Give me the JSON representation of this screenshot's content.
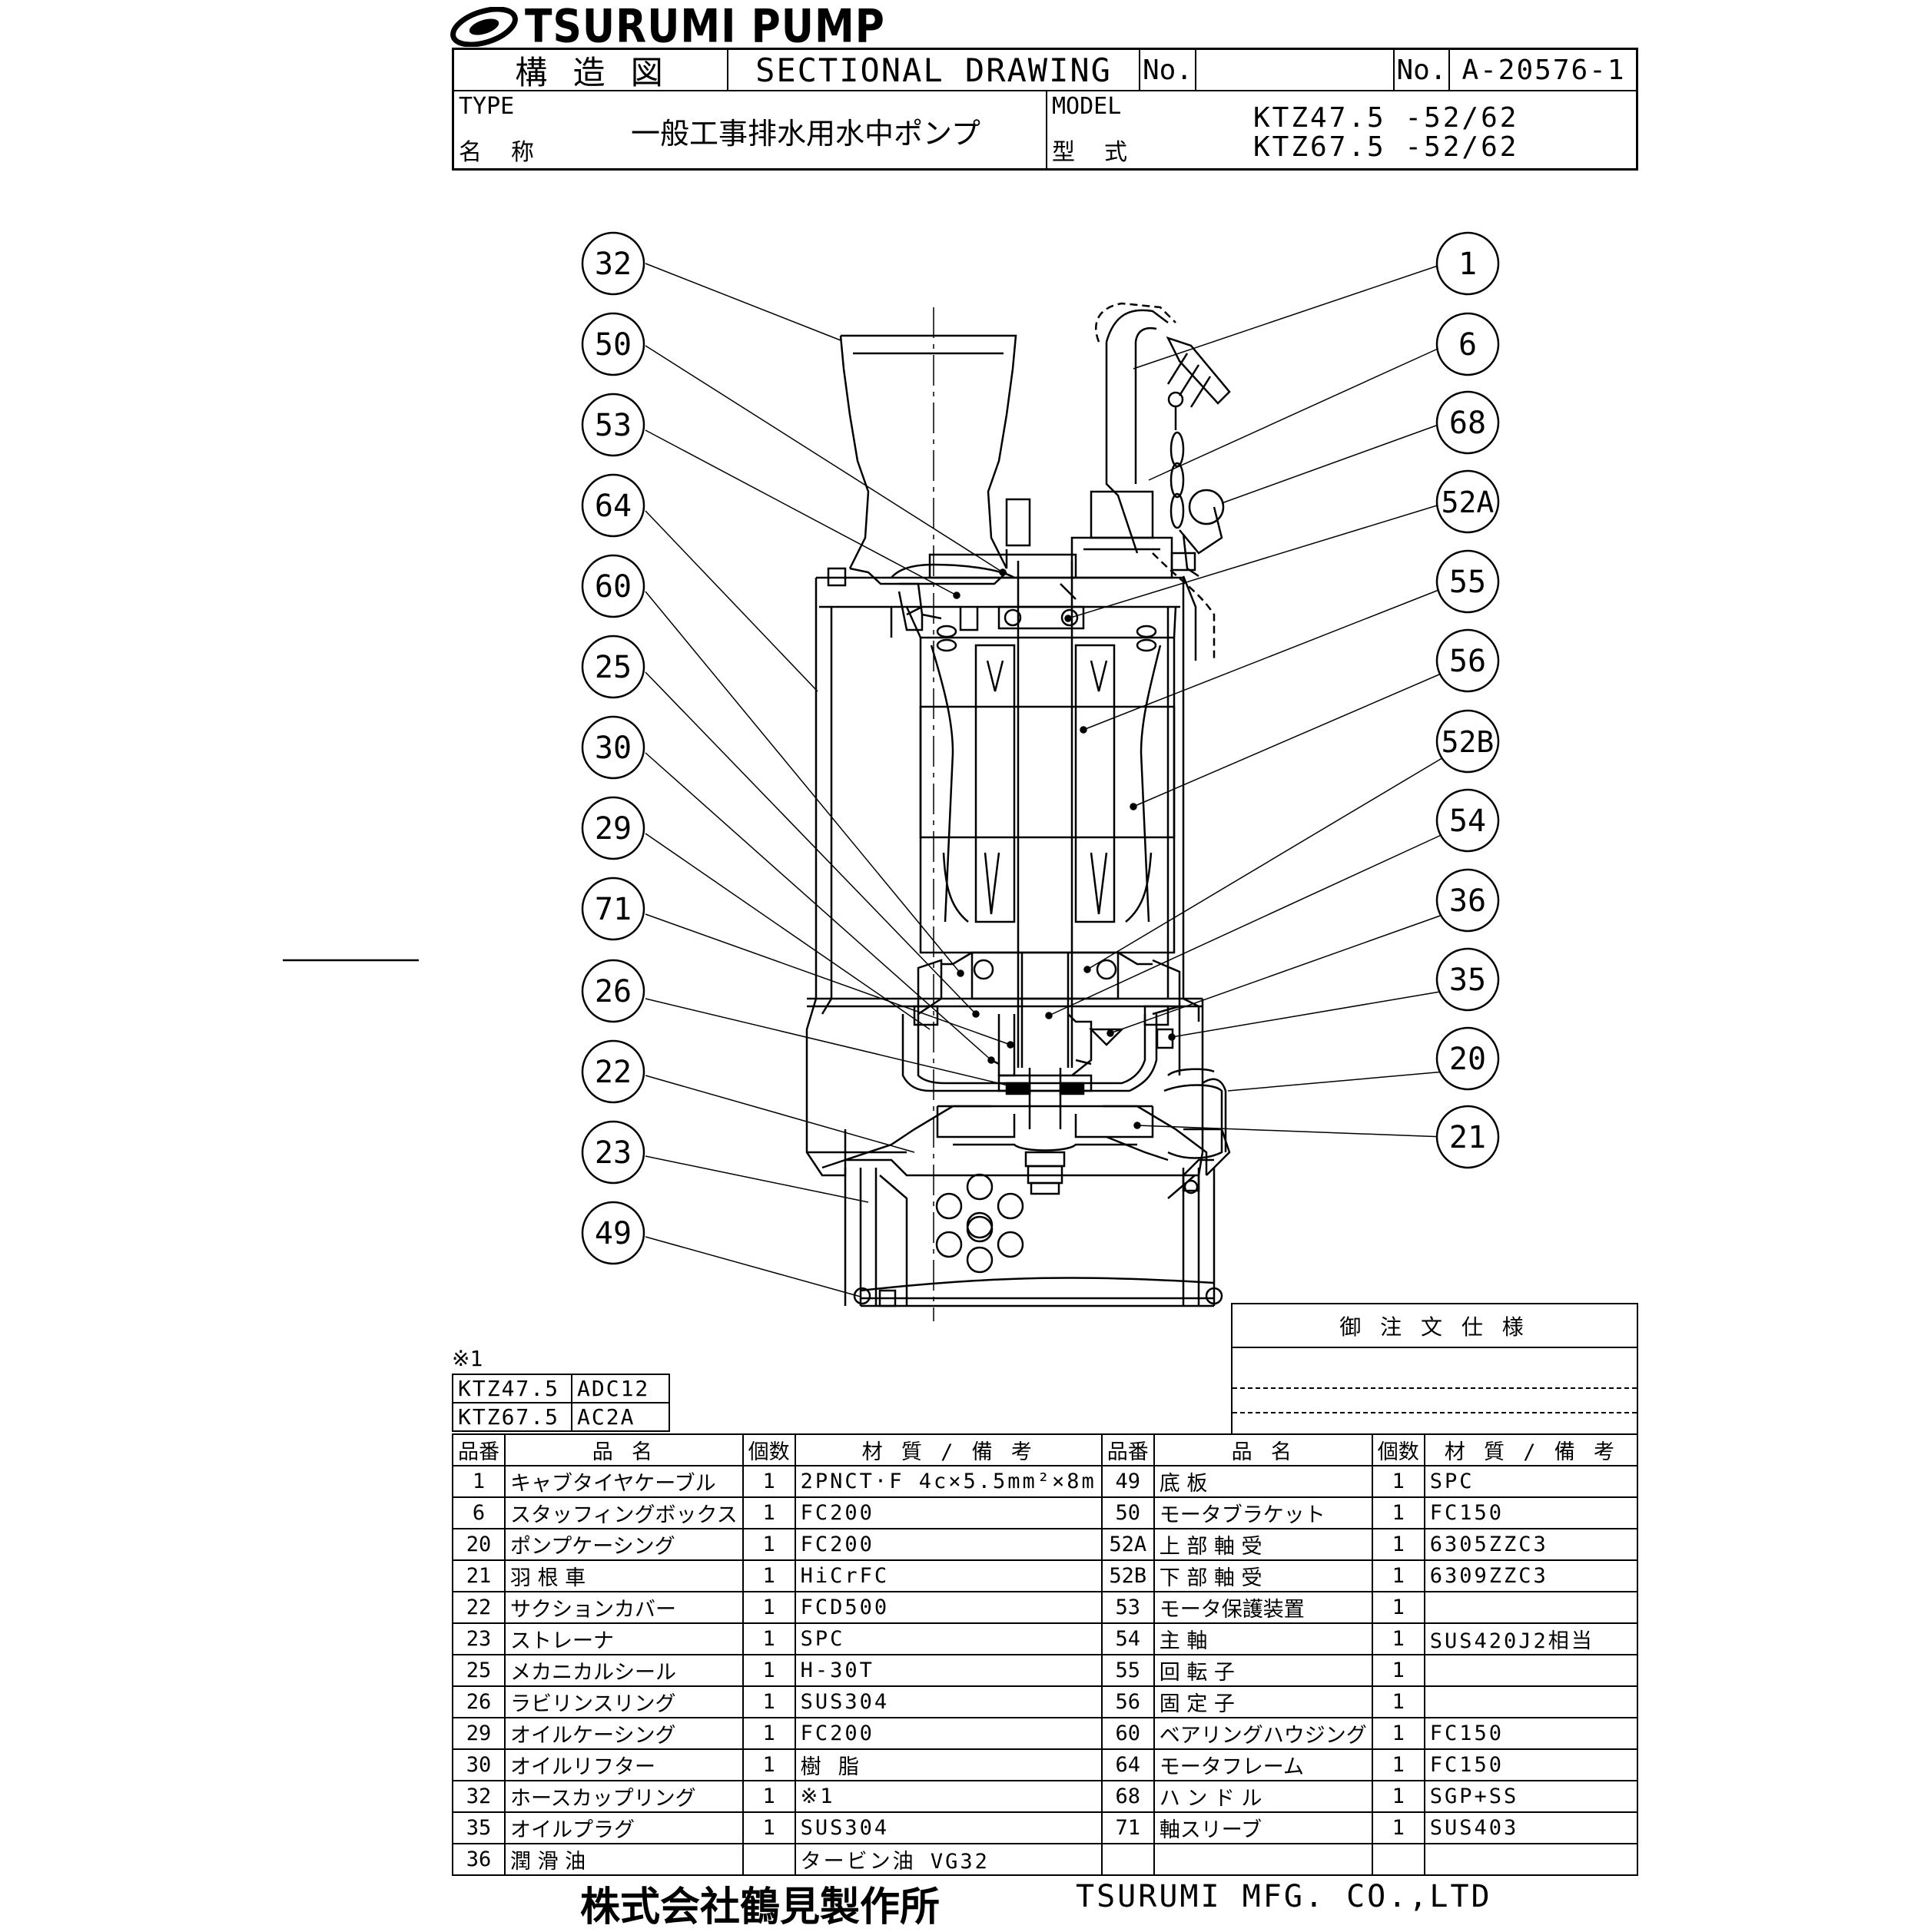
{
  "logo": {
    "brand": "TSURUMI PUMP"
  },
  "header": {
    "title_jp": "構 造 図",
    "title_en": "SECTIONAL DRAWING",
    "no_label_1": "No.",
    "no_value_1": "",
    "no_label_2": "No.",
    "no_value_2": "A-20576-1",
    "type_label": "TYPE",
    "name_label": "名 称",
    "name_value": "一般工事排水用水中ポンプ",
    "model_label": "MODEL",
    "model_label_jp": "型 式",
    "model_line1": "KTZ47.5 -52/62",
    "model_line2": "KTZ67.5 -52/62"
  },
  "callouts_left": [
    "32",
    "50",
    "53",
    "64",
    "60",
    "25",
    "30",
    "29",
    "71",
    "26",
    "22",
    "23",
    "49"
  ],
  "callouts_right": [
    "1",
    "6",
    "68",
    "52A",
    "55",
    "56",
    "52B",
    "54",
    "36",
    "35",
    "20",
    "21"
  ],
  "note": {
    "mark": "※1",
    "rows": [
      {
        "model": "KTZ47.5",
        "material": "ADC12"
      },
      {
        "model": "KTZ67.5",
        "material": "AC2A"
      }
    ]
  },
  "order_spec": {
    "title": "御 注 文 仕 様"
  },
  "parts_table": {
    "headers": [
      "品番",
      "品 名",
      "個数",
      "材 質 / 備 考"
    ],
    "left": [
      {
        "no": "1",
        "name": "キャブタイヤケーブル",
        "qty": "1",
        "material": "2PNCT·F 4c×5.5mm²×8m"
      },
      {
        "no": "6",
        "name": "スタッフィングボックス",
        "qty": "1",
        "material": "FC200"
      },
      {
        "no": "20",
        "name": "ポンプケーシング",
        "qty": "1",
        "material": "FC200"
      },
      {
        "no": "21",
        "name": "羽 根 車",
        "qty": "1",
        "material": "HiCrFC"
      },
      {
        "no": "22",
        "name": "サクションカバー",
        "qty": "1",
        "material": "FCD500"
      },
      {
        "no": "23",
        "name": "ストレーナ",
        "qty": "1",
        "material": "SPC"
      },
      {
        "no": "25",
        "name": "メカニカルシール",
        "qty": "1",
        "material": "H-30T"
      },
      {
        "no": "26",
        "name": "ラビリンスリング",
        "qty": "1",
        "material": "SUS304"
      },
      {
        "no": "29",
        "name": "オイルケーシング",
        "qty": "1",
        "material": "FC200"
      },
      {
        "no": "30",
        "name": "オイルリフター",
        "qty": "1",
        "material": "樹 脂"
      },
      {
        "no": "32",
        "name": "ホースカップリング",
        "qty": "1",
        "material": "※1"
      },
      {
        "no": "35",
        "name": "オイルプラグ",
        "qty": "1",
        "material": "SUS304"
      },
      {
        "no": "36",
        "name": "潤 滑 油",
        "qty": "",
        "material": "タービン油 VG32"
      }
    ],
    "right": [
      {
        "no": "49",
        "name": "底 板",
        "qty": "1",
        "material": "SPC"
      },
      {
        "no": "50",
        "name": "モータブラケット",
        "qty": "1",
        "material": "FC150"
      },
      {
        "no": "52A",
        "name": "上 部 軸 受",
        "qty": "1",
        "material": "6305ZZC3"
      },
      {
        "no": "52B",
        "name": "下 部 軸 受",
        "qty": "1",
        "material": "6309ZZC3"
      },
      {
        "no": "53",
        "name": "モータ保護装置",
        "qty": "1",
        "material": ""
      },
      {
        "no": "54",
        "name": "主 軸",
        "qty": "1",
        "material": "SUS420J2相当"
      },
      {
        "no": "55",
        "name": "回 転 子",
        "qty": "1",
        "material": ""
      },
      {
        "no": "56",
        "name": "固 定 子",
        "qty": "1",
        "material": ""
      },
      {
        "no": "60",
        "name": "ベアリングハウジング",
        "qty": "1",
        "material": "FC150"
      },
      {
        "no": "64",
        "name": "モータフレーム",
        "qty": "1",
        "material": "FC150"
      },
      {
        "no": "68",
        "name": "ハ ン ド ル",
        "qty": "1",
        "material": "SGP+SS"
      },
      {
        "no": "71",
        "name": "軸スリーブ",
        "qty": "1",
        "material": "SUS403"
      },
      {
        "no": "",
        "name": "",
        "qty": "",
        "material": ""
      }
    ]
  },
  "footer": {
    "company_jp": "株式会社鶴見製作所",
    "company_en": "TSURUMI MFG. CO.,LTD"
  }
}
